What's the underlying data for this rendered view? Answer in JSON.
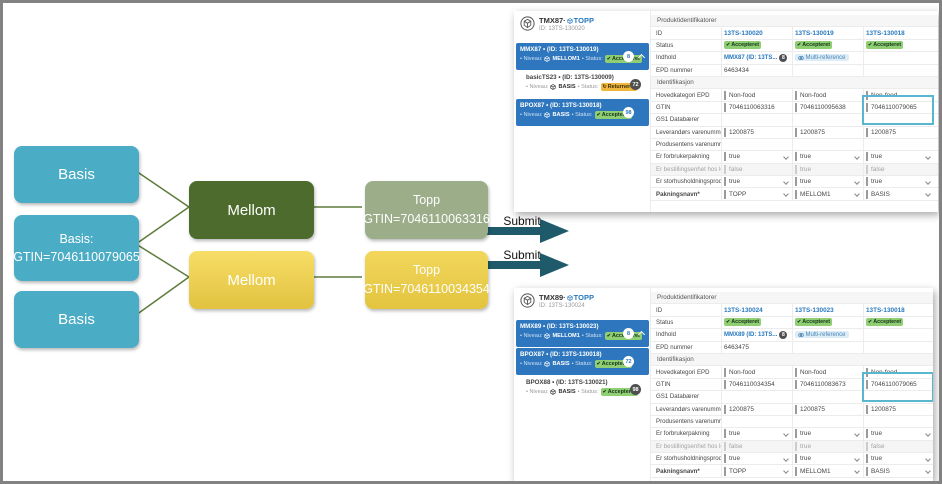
{
  "diagram": {
    "basis_top": "Basis",
    "basis_mid_line1": "Basis:",
    "basis_mid_line2": "GTIN=7046110079065",
    "basis_bottom": "Basis",
    "mellom_green": "Mellom",
    "mellom_yellow": "Mellom",
    "topp_green_line1": "Topp",
    "topp_green_line2": "GTIN=7046110063316",
    "topp_yellow_line1": "Topp",
    "topp_yellow_line2": "GTIN=7046110034354",
    "submit_top": "Submit",
    "submit_bottom": "Submit"
  },
  "icons": {
    "check": "✔",
    "refresh": "↻"
  },
  "colors": {
    "basis_teal": "#4BACC6",
    "mellom_dark_green": "#4D6B2C",
    "mellom_yellow": "#EFD256",
    "topp_sage": "#9CAD8A",
    "submit_arrow": "#1F5A6B",
    "connector_green": "#5E7C3B",
    "app_blue": "#2E76BD",
    "link_blue": "#2878BE",
    "badge_green": "#8FCE72",
    "badge_yellow": "#EFB73E",
    "chip_blue": "#DCEDF8",
    "highlight_teal": "#58B7CE"
  },
  "labels": {
    "section_product": "Produktidentifikatorer",
    "id": "ID",
    "status": "Status",
    "indhold": "Indhold",
    "epd": "EPD nummer",
    "section_ident": "Identifikasjon",
    "hovedkategori": "Hovedkategori EPD",
    "gtin": "GTIN",
    "gs1": "GS1 Databærer",
    "leverandor": "Leverandørs varenummer",
    "produsent": "Produsentens varenummer",
    "forbruker": "Er forbrukerpakning",
    "bestilling": "Er bestillingsenhet hos lev...",
    "storhusholdning": "Er storhusholdningsprodukt",
    "pakningsnavn": "Pakningsnavn*",
    "niveau": "• Niveau:",
    "status_side": "• Status:"
  },
  "p1": {
    "title_code": "TMX87·",
    "title_link": "TOPP",
    "subtitle": "ID: 13TS-130020",
    "side1_name": "MMX87 • (ID: 13TS-130019)",
    "side1_niveau": "MELLOM1",
    "side1_status": "Accepteret",
    "side1_badge": "8",
    "side2_name": "basicTS23 • (ID: 13TS-130009)",
    "side2_niveau": "BASIS",
    "side2_status": "Returneret",
    "side2_badge": "72",
    "side3_name": "BPOX87 • (ID: 13TS-130018)",
    "side3_niveau": "BASIS",
    "side3_status": "Accepteret",
    "side3_badge": "98",
    "col1": "13TS-130020",
    "col2": "13TS-130019",
    "col3": "13TS-130018",
    "status1": "Accepteret",
    "status2": "Accepteret",
    "status3": "Accepteret",
    "indhold1": "MMX87 (ID: 13TS...",
    "indhold1_badge": "8",
    "indhold2": "Multi-reference",
    "epd1": "6463434",
    "hoved1": "Non-food",
    "hoved2": "Non-food",
    "hoved3": "Non-food",
    "gtin1": "7046110063316",
    "gtin2": "7046110095638",
    "gtin3": "7046110079065",
    "lev1": "1200875",
    "lev2": "1200875",
    "lev3": "1200875",
    "forb1": "true",
    "forb2": "true",
    "forb3": "true",
    "best1": "false",
    "best2": "true",
    "best3": "false",
    "stor1": "true",
    "stor2": "true",
    "stor3": "true",
    "pakn1": "TOPP",
    "pakn2": "MELLOM1",
    "pakn3": "BASIS"
  },
  "p2": {
    "title_code": "TMX89·",
    "title_link": "TOPP",
    "subtitle": "ID: 13TS-130024",
    "side1_name": "MMX89 • (ID: 13TS-130023)",
    "side1_niveau": "MELLOM1",
    "side1_status": "Accepteret",
    "side1_badge": "8",
    "side2_name": "BPOX87 • (ID: 13TS-130018)",
    "side2_niveau": "BASIS",
    "side2_status": "Accepteret",
    "side2_badge": "72",
    "side3_name": "BPOX88 • (ID: 13TS-130021)",
    "side3_niveau": "BASIS",
    "side3_status": "Accepteret",
    "side3_badge": "98",
    "col1": "13TS-130024",
    "col2": "13TS-130023",
    "col3": "13TS-130018",
    "status1": "Accepteret",
    "status2": "Accepteret",
    "status3": "Accepteret",
    "indhold1": "MMX89 (ID: 13TS...",
    "indhold1_badge": "8",
    "indhold2": "Multi-reference",
    "epd1": "6463475",
    "hoved1": "Non-food",
    "hoved2": "Non-food",
    "hoved3": "Non-food",
    "gtin1": "7046110034354",
    "gtin2": "7046110083673",
    "gtin3": "7046110079065",
    "lev1": "1200875",
    "lev2": "1200875",
    "lev3": "1200875",
    "forb1": "true",
    "forb2": "true",
    "forb3": "true",
    "best1": "false",
    "best2": "true",
    "best3": "false",
    "stor1": "true",
    "stor2": "true",
    "stor3": "true",
    "pakn1": "TOPP",
    "pakn2": "MELLOM1",
    "pakn3": "BASIS"
  }
}
